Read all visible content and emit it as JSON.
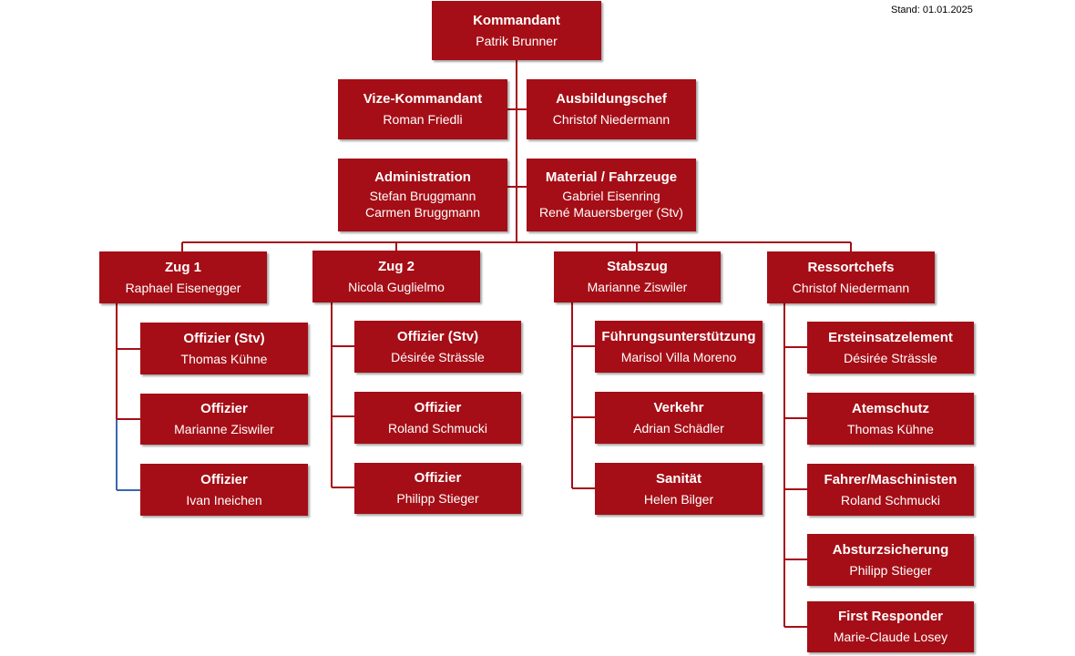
{
  "stand": "Stand: 01.01.2025",
  "colors": {
    "box": "#a50e16",
    "line": "#a50e16",
    "highlight_line": "#3a66b0",
    "text": "#ffffff"
  },
  "top": [
    {
      "title": "Kommandant",
      "people": [
        "Patrik Brunner"
      ]
    },
    {
      "title": "Vize-Kommandant",
      "people": [
        "Roman Friedli"
      ]
    },
    {
      "title": "Ausbildungschef",
      "people": [
        "Christof Niedermann"
      ]
    },
    {
      "title": "Administration",
      "people": [
        "Stefan Bruggmann",
        "Carmen Bruggmann"
      ]
    },
    {
      "title": "Material / Fahrzeuge",
      "people": [
        "Gabriel Eisenring",
        "René Mauersberger (Stv)"
      ]
    }
  ],
  "columns": [
    {
      "head": {
        "title": "Zug 1",
        "people": [
          "Raphael  Eisenegger"
        ]
      },
      "members": [
        {
          "title": "Offizier (Stv)",
          "people": [
            "Thomas Kühne"
          ]
        },
        {
          "title": "Offizier",
          "people": [
            "Marianne Ziswiler"
          ]
        },
        {
          "title": "Offizier",
          "people": [
            "Ivan Ineichen"
          ]
        }
      ]
    },
    {
      "head": {
        "title": "Zug 2",
        "people": [
          "Nicola Guglielmo"
        ]
      },
      "members": [
        {
          "title": "Offizier (Stv)",
          "people": [
            "Désirée Strässle"
          ]
        },
        {
          "title": "Offizier",
          "people": [
            "Roland Schmucki"
          ]
        },
        {
          "title": "Offizier",
          "people": [
            "Philipp Stieger"
          ]
        }
      ]
    },
    {
      "head": {
        "title": "Stabszug",
        "people": [
          "Marianne Ziswiler"
        ]
      },
      "members": [
        {
          "title": "Führungsunterstützung",
          "people": [
            "Marisol Villa Moreno"
          ]
        },
        {
          "title": "Verkehr",
          "people": [
            "Adrian Schädler"
          ]
        },
        {
          "title": "Sanität",
          "people": [
            "Helen Bilger"
          ]
        }
      ]
    },
    {
      "head": {
        "title": "Ressortchefs",
        "people": [
          "Christof Niedermann"
        ]
      },
      "members": [
        {
          "title": "Ersteinsatzelement",
          "people": [
            "Désirée Strässle"
          ]
        },
        {
          "title": "Atemschutz",
          "people": [
            "Thomas Kühne"
          ]
        },
        {
          "title": "Fahrer/Maschinisten",
          "people": [
            "Roland Schmucki"
          ]
        },
        {
          "title": "Absturzsicherung",
          "people": [
            "Philipp Stieger"
          ]
        },
        {
          "title": "First Responder",
          "people": [
            "Marie-Claude Losey"
          ]
        }
      ]
    }
  ]
}
